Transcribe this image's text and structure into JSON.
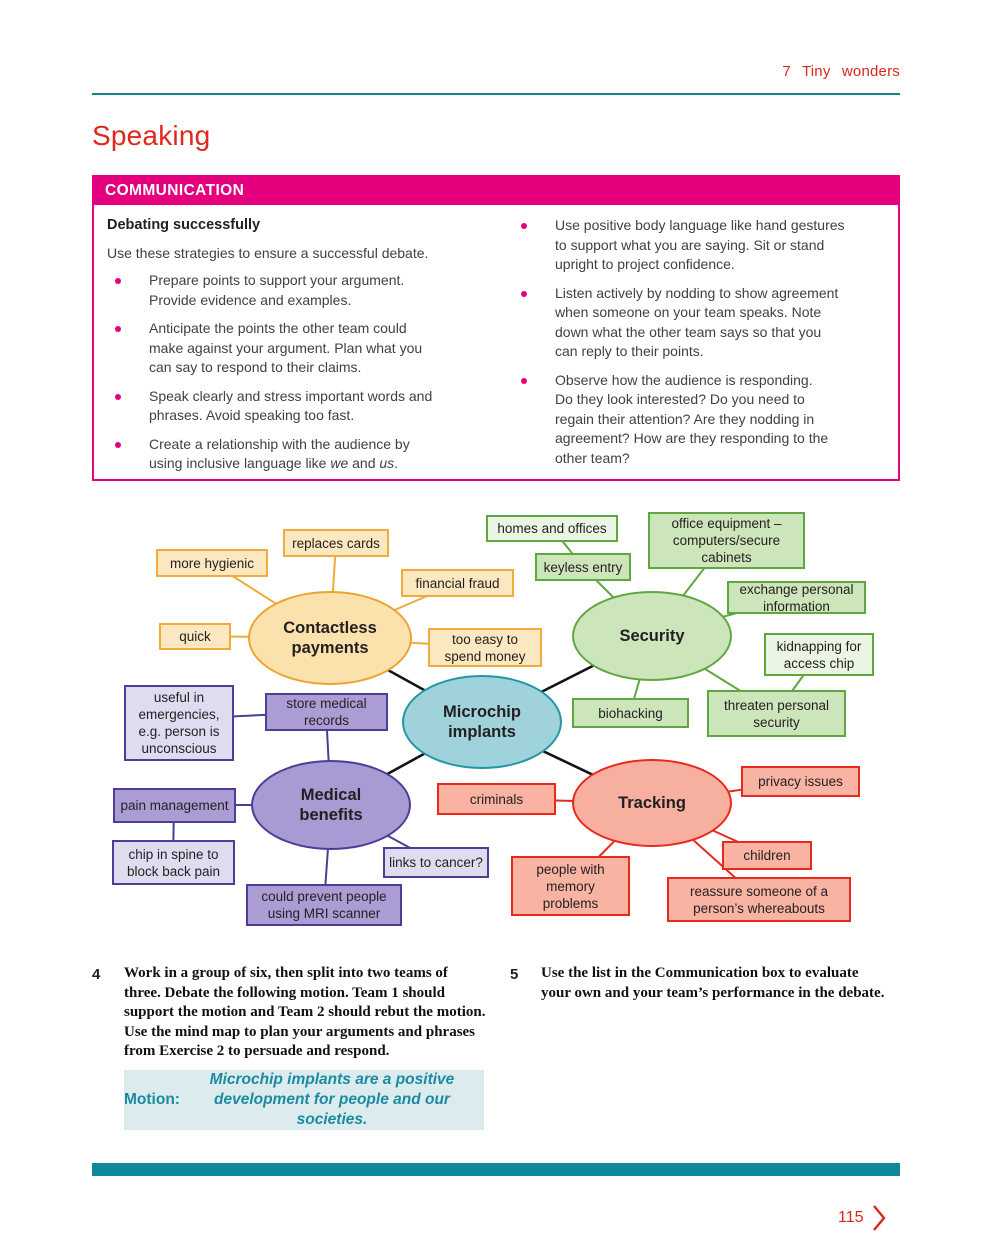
{
  "page": {
    "chapter_header": "7 Tiny wonders",
    "section_title": "Speaking",
    "page_number": "115",
    "colors": {
      "accent_red": "#d7281d",
      "accent_magenta": "#e5007d",
      "accent_teal": "#0e8a99",
      "motion_teal": "#1b8ba0",
      "motion_bg": "#dcebee"
    }
  },
  "communication": {
    "header": "COMMUNICATION",
    "subtitle": "Debating successfully",
    "intro": "Use these strategies to ensure a successful debate.",
    "left_bullets": [
      "Prepare points to support your argument.\nProvide evidence and examples.",
      "Anticipate the points the other team could\nmake against your argument. Plan what you\ncan say to respond to their claims.",
      "Speak clearly and stress important words and\nphrases. Avoid speaking too fast.",
      "Create a relationship with the audience by\nusing inclusive language like <i>we</i> and <i>us</i>."
    ],
    "right_bullets": [
      "Use positive body language like hand gestures\nto support what you are saying. Sit or stand\nupright to project confidence.",
      "Listen actively by nodding to show agreement\nwhen someone on your team speaks. Note\ndown what the other team says so that you\ncan reply to their points.",
      "Observe how the audience is responding.\nDo they look interested? Do you need to\nregain their attention? Are they nodding in\nagreement? How are they responding to the\nother team?"
    ]
  },
  "mindmap": {
    "nodes": {
      "microchip": "Microchip\nimplants",
      "contactless": "Contactless\npayments",
      "security": "Security",
      "medical": "Medical\nbenefits",
      "tracking": "Tracking",
      "homes_offices": "homes and offices",
      "office_equipment": "office equipment –\ncomputers/secure\ncabinets",
      "replaces_cards": "replaces cards",
      "more_hygienic": "more hygienic",
      "keyless_entry": "keyless entry",
      "financial_fraud": "financial fraud",
      "exchange_info": "exchange personal\ninformation",
      "quick": "quick",
      "too_easy": "too easy to\nspend money",
      "kidnapping": "kidnapping for\naccess chip",
      "useful_emergencies": "useful in\nemergencies,\ne.g. person is\nunconscious",
      "store_medical": "store medical\nrecords",
      "biohacking": "biohacking",
      "threaten": "threaten personal\nsecurity",
      "criminals": "criminals",
      "privacy_issues": "privacy issues",
      "pain_management": "pain management",
      "chip_spine": "chip in spine to\nblock back pain",
      "links_cancer": "links to cancer?",
      "children": "children",
      "could_prevent": "could prevent people\nusing MRI scanner",
      "people_memory": "people with\nmemory\nproblems",
      "reassure": "reassure someone of a\nperson’s whereabouts"
    }
  },
  "exercises": {
    "ex4_number": "4",
    "ex4_text": "Work in a group of six, then split into two teams of\nthree. Debate the following motion. Team 1 should\nsupport the motion and Team 2 should rebut the motion.\nUse the mind map to plan your arguments and phrases\nfrom Exercise 2 to persuade and respond.",
    "ex5_number": "5",
    "ex5_text": "Use the list in the Communication box to evaluate\nyour own and your team’s performance in the debate.",
    "motion_rich": "Motion: <i>Microchip implants are a positive\ndevelopment for people and our societies.</i>"
  }
}
